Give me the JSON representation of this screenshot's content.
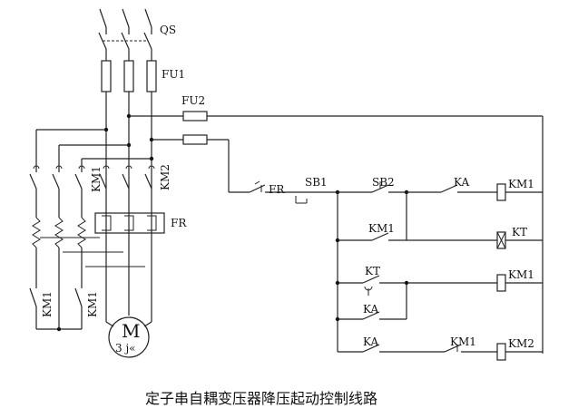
{
  "labels": {
    "qs": "QS",
    "fu1": "FU1",
    "fu2": "FU2",
    "km1_main": "KM1",
    "km2_main": "KM2",
    "fr_relay": "FR",
    "km1_aux_a": "KM1",
    "km1_aux_b": "KM1",
    "motor_m": "M",
    "motor_phase": "3 j«",
    "fr_contact": "FR",
    "sb1": "SB1",
    "sb2": "SB2",
    "ka_r1": "KA",
    "km1_coil_r1": "KM1",
    "km1_r2": "KM1",
    "kt_coil": "KT",
    "kt_contact": "KT",
    "km1_coil_r3": "KM1",
    "ka_r4": "KA",
    "ka_r5": "KA",
    "km1_r5": "KM1",
    "km2_coil": "KM2"
  },
  "caption": "定子串自耦变压器降压起动控制线路",
  "colors": {
    "ink": "#222222",
    "background": "#ffffff"
  }
}
